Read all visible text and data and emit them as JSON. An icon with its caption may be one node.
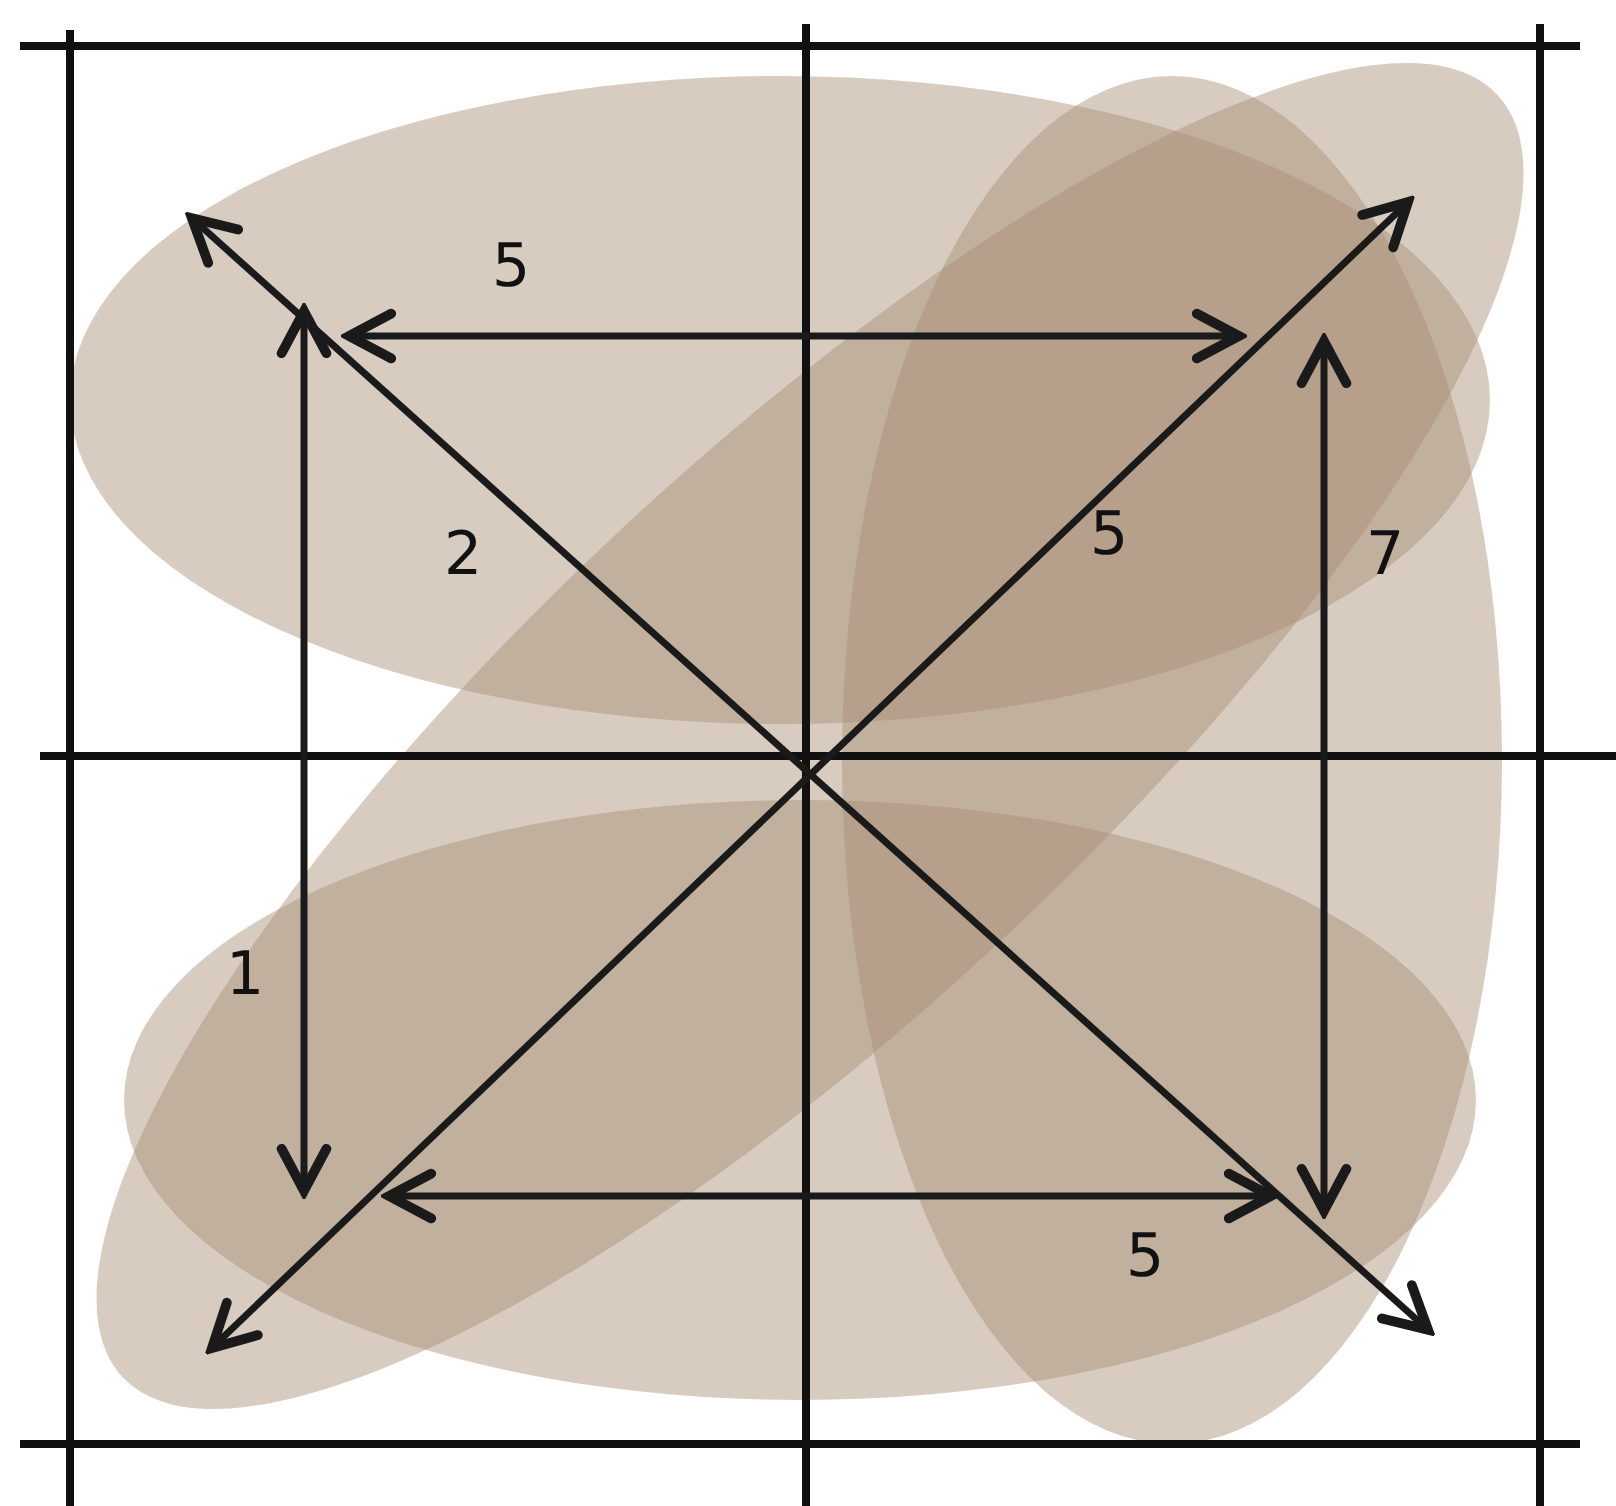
{
  "diagram": {
    "labels": [
      "5",
      "2",
      "5",
      "7",
      "1",
      "5"
    ]
  }
}
